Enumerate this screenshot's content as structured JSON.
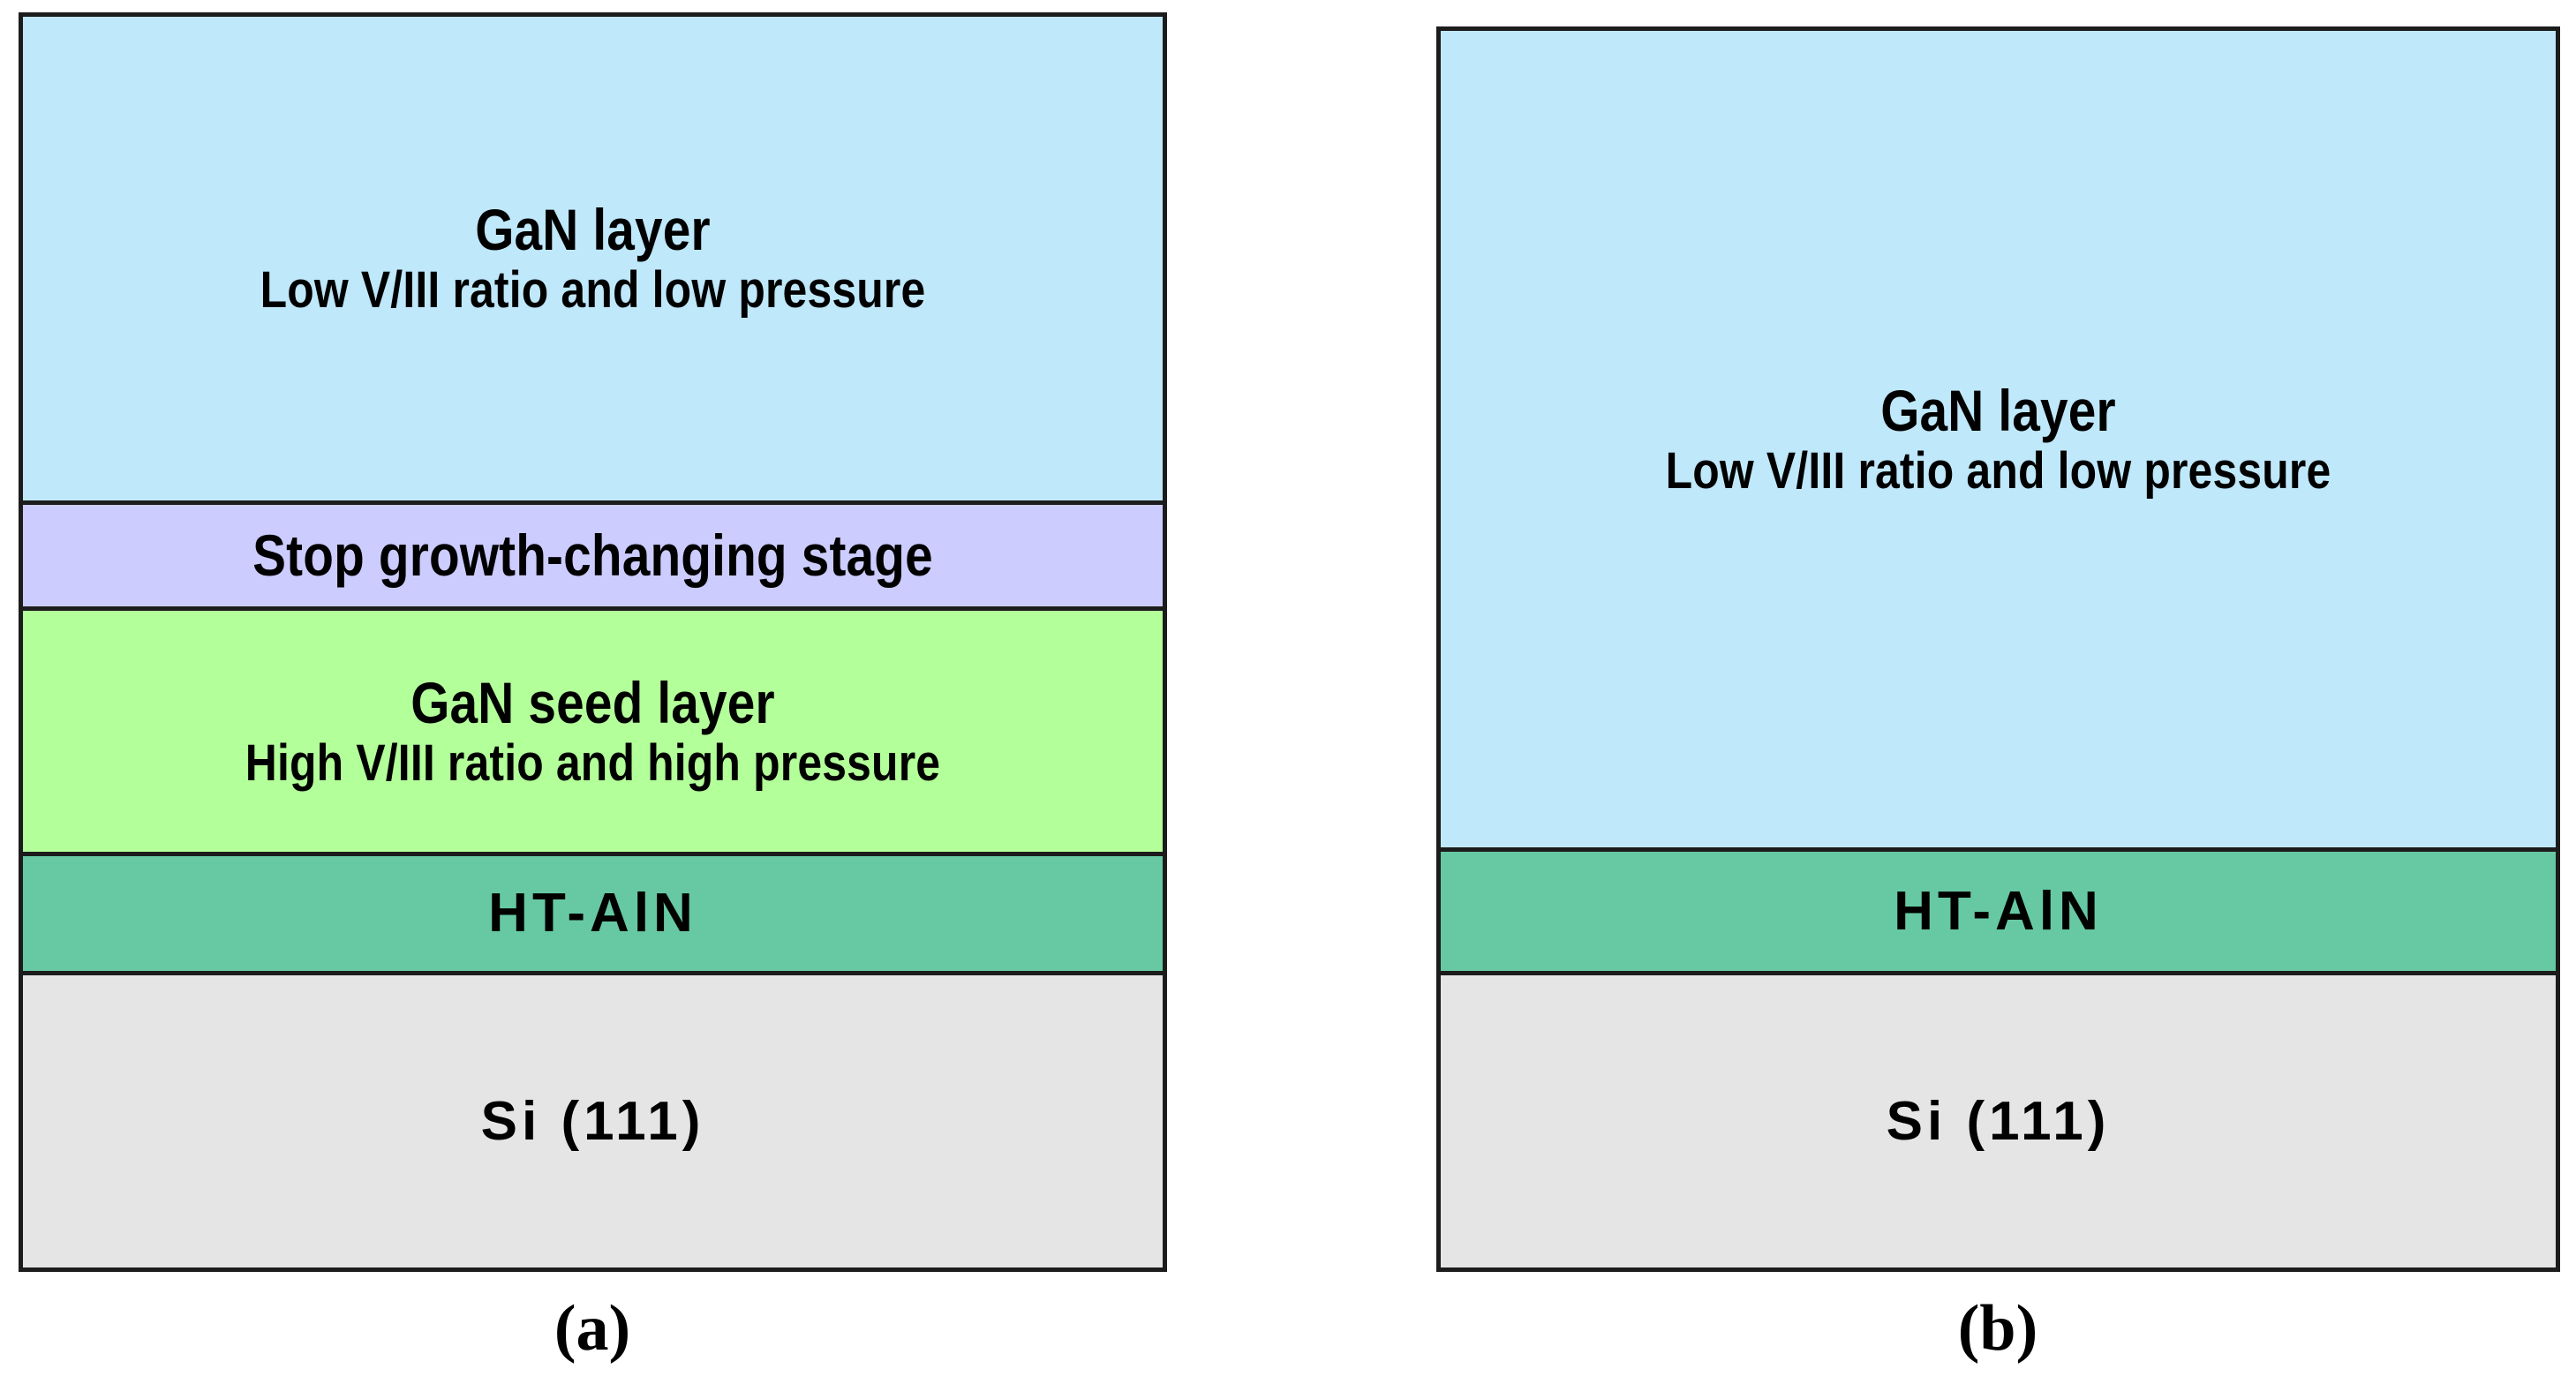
{
  "figure": {
    "colors": {
      "gan_layer": "#BFE8FB",
      "stop_stage": "#CCCCFF",
      "gan_seed": "#B3FF99",
      "ht_aln": "#66C9A3",
      "silicon": "#E5E5E5",
      "outline": "#1C1C1C",
      "text": "#000000",
      "background": "#FFFFFF"
    },
    "panels": [
      {
        "id": "a",
        "caption": "(a)",
        "layers": [
          {
            "name": "gan-layer",
            "title": "GaN layer",
            "subtitle": "Low V/III ratio and low pressure",
            "color": "#BFE8FB"
          },
          {
            "name": "stop-growth-changing-stage",
            "title": "Stop growth-changing stage",
            "subtitle": "",
            "color": "#CCCCFF"
          },
          {
            "name": "gan-seed-layer",
            "title": "GaN seed layer",
            "subtitle": "High V/III ratio and high pressure",
            "color": "#B3FF99"
          },
          {
            "name": "ht-aln-layer",
            "title": "HT-AlN",
            "subtitle": "",
            "color": "#66C9A3"
          },
          {
            "name": "silicon-substrate",
            "title": "Si (111)",
            "subtitle": "",
            "color": "#E5E5E5"
          }
        ]
      },
      {
        "id": "b",
        "caption": "(b)",
        "layers": [
          {
            "name": "gan-layer",
            "title": "GaN layer",
            "subtitle": "Low V/III ratio and low pressure",
            "color": "#BFE8FB"
          },
          {
            "name": "ht-aln-layer",
            "title": "HT-AlN",
            "subtitle": "",
            "color": "#66C9A3"
          },
          {
            "name": "silicon-substrate",
            "title": "Si (111)",
            "subtitle": "",
            "color": "#E5E5E5"
          }
        ]
      }
    ]
  }
}
